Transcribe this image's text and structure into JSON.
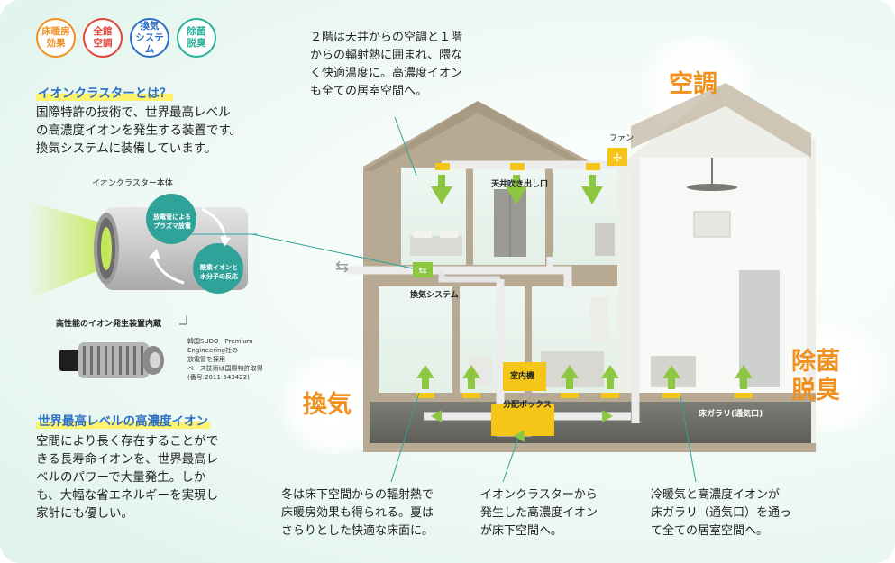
{
  "badges": [
    {
      "label": "床暖房\n効果",
      "color": "#f0901e"
    },
    {
      "label": "全館\n空調",
      "color": "#e2453c"
    },
    {
      "label": "換気\nシステム",
      "color": "#2b6fc4"
    },
    {
      "label": "除菌\n脱臭",
      "color": "#29b09a"
    }
  ],
  "ion_cluster": {
    "heading": "イオンクラスターとは？",
    "text": "国際特許の技術で、世界最高レベル\nの高濃度イオンを発生する装置です。\n換気システムに装備しています。",
    "device_label": "イオンクラスター本体",
    "circle1": "放電管による\nプラズマ放電",
    "circle2": "酸素イオンと\n水分子の反応",
    "generator_label": "高性能のイオン発生装置内蔵",
    "note": "韓国SUDO　Premium\nEngineering社の\n放電管を採用\nベース技術は国際特許取得\n(番号:2011-543422)"
  },
  "highest": {
    "heading": "世界最高レベルの高濃度イオン",
    "text": "空間により長く存在することがで\nきる長寿命イオンを、世界最高レ\nベルのパワーで大量発生。しか\nも、大幅な省エネルギーを実現し\n家計にも優しい。"
  },
  "house": {
    "top_caption": "２階は天井からの空調と１階\nからの輻射熱に囲まれ、隈な\nく快適温度に。高濃度イオン\nも全ての居室空間へ。",
    "label_aircon": "空調",
    "label_sterilize": "除菌\n脱臭",
    "label_vent": "換気",
    "fan": "ファン",
    "ceiling_outlet": "天井吹き出し口",
    "vent_system": "換気システム",
    "indoor_unit": "室内機",
    "distribution_box": "分配ボックス",
    "floor_gallery": "床ガラリ(通気口)"
  },
  "bottom": {
    "c1": "冬は床下空間からの輻射熱で\n床暖房効果も得られる。夏は\nさらりとした快適な床面に。",
    "c2": "イオンクラスターから\n発生した高濃度イオン\nが床下空間へ。",
    "c3": "冷暖気と高濃度イオンが\n床ガラリ（通気口）を通っ\nて全ての居室空間へ。"
  },
  "colors": {
    "house_frame": "#b7a992",
    "accent_orange": "#f0901e",
    "ion_green": "#8dc63f",
    "duct_yellow": "#f5c518",
    "teal": "#2fa39a",
    "heading_blue": "#2b6fc4"
  }
}
